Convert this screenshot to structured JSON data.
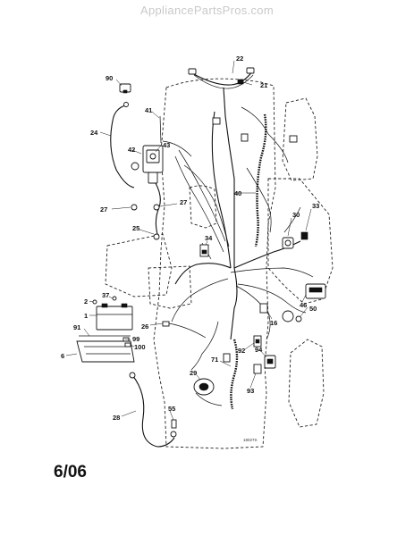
{
  "watermark": "AppliancePartsPros.com",
  "date_code": "6/06",
  "drawing_code": "18027S",
  "callouts": {
    "c22": "22",
    "c21": "21",
    "c90": "90",
    "c41": "41",
    "c24": "24",
    "c42": "42",
    "c43": "43",
    "c40": "40",
    "c27a": "27",
    "c27b": "27",
    "c25": "25",
    "c30": "30",
    "c33": "33",
    "c34": "34",
    "c2": "2",
    "c37": "37",
    "c1": "1",
    "c91": "91",
    "c99": "99",
    "c100": "100",
    "c6": "6",
    "c26": "26",
    "c16": "16",
    "c46": "46",
    "c50": "50",
    "c71": "71",
    "c92": "92",
    "c94": "94",
    "c93": "93",
    "c29": "29",
    "c28": "28",
    "c55": "55"
  }
}
